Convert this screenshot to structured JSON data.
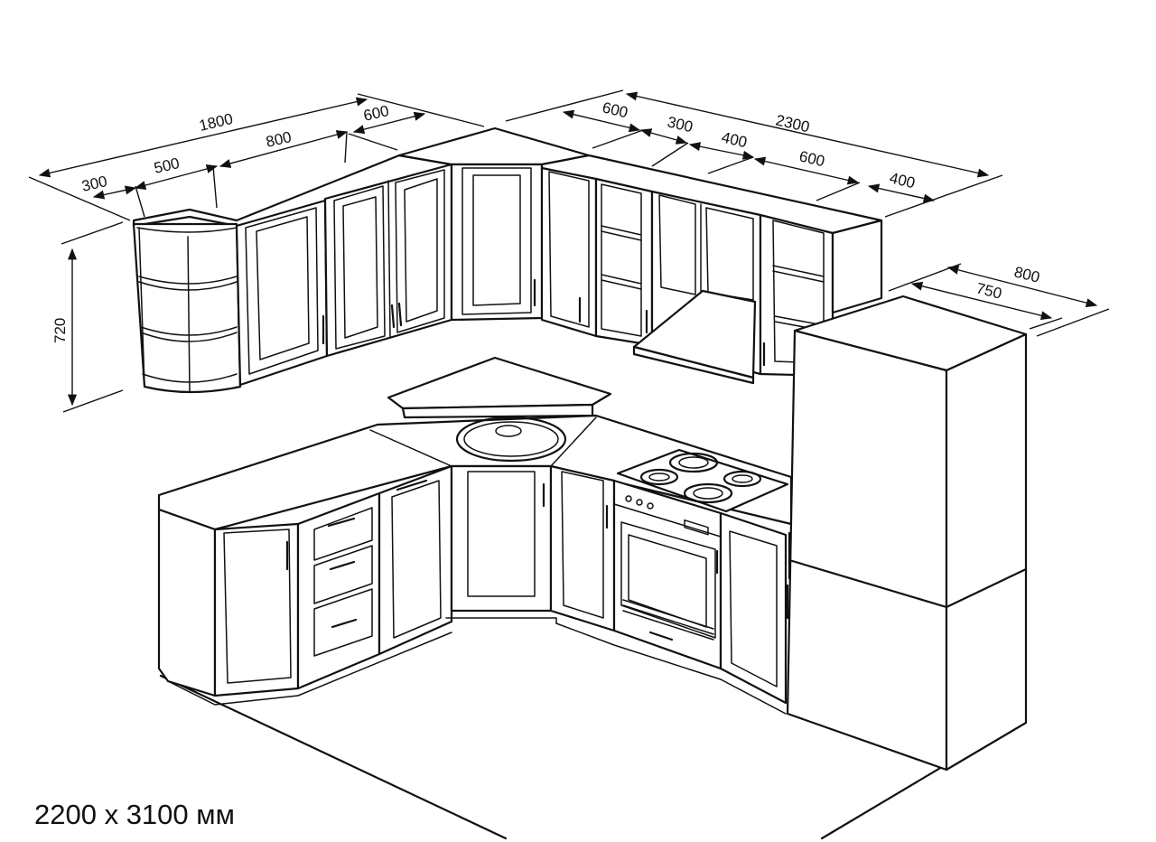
{
  "dimensions": {
    "upper_left_total": "1800",
    "upper_left_shelf": "300",
    "upper_left_500": "500",
    "upper_left_800": "800",
    "upper_left_600": "600",
    "upper_right_total": "2300",
    "upper_right_600a": "600",
    "upper_right_300": "300",
    "upper_right_400a": "400",
    "upper_right_600b": "600",
    "upper_right_400b": "400",
    "height_upper": "720",
    "fridge_depth_800": "800",
    "fridge_depth_750": "750"
  },
  "caption": "2200 x 3100 мм"
}
